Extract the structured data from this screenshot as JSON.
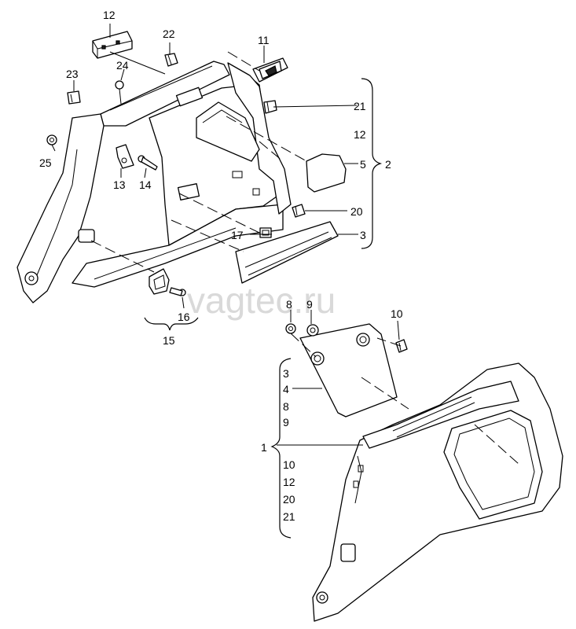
{
  "watermark": "vagtec.ru",
  "labels": {
    "l1": "1",
    "l2": "2",
    "l3": "3",
    "l5": "5",
    "l8": "8",
    "l9": "9",
    "l10": "10",
    "l11": "11",
    "l12": "12",
    "l12b": "12",
    "l13": "13",
    "l14": "14",
    "l15": "15",
    "l16": "16",
    "l17": "17",
    "l20": "20",
    "l21": "21",
    "l22": "22",
    "l23": "23",
    "l24": "24",
    "l25": "25"
  },
  "groups": {
    "group_1": [
      "3",
      "4",
      "8",
      "9",
      "10",
      "12",
      "20",
      "21"
    ]
  }
}
